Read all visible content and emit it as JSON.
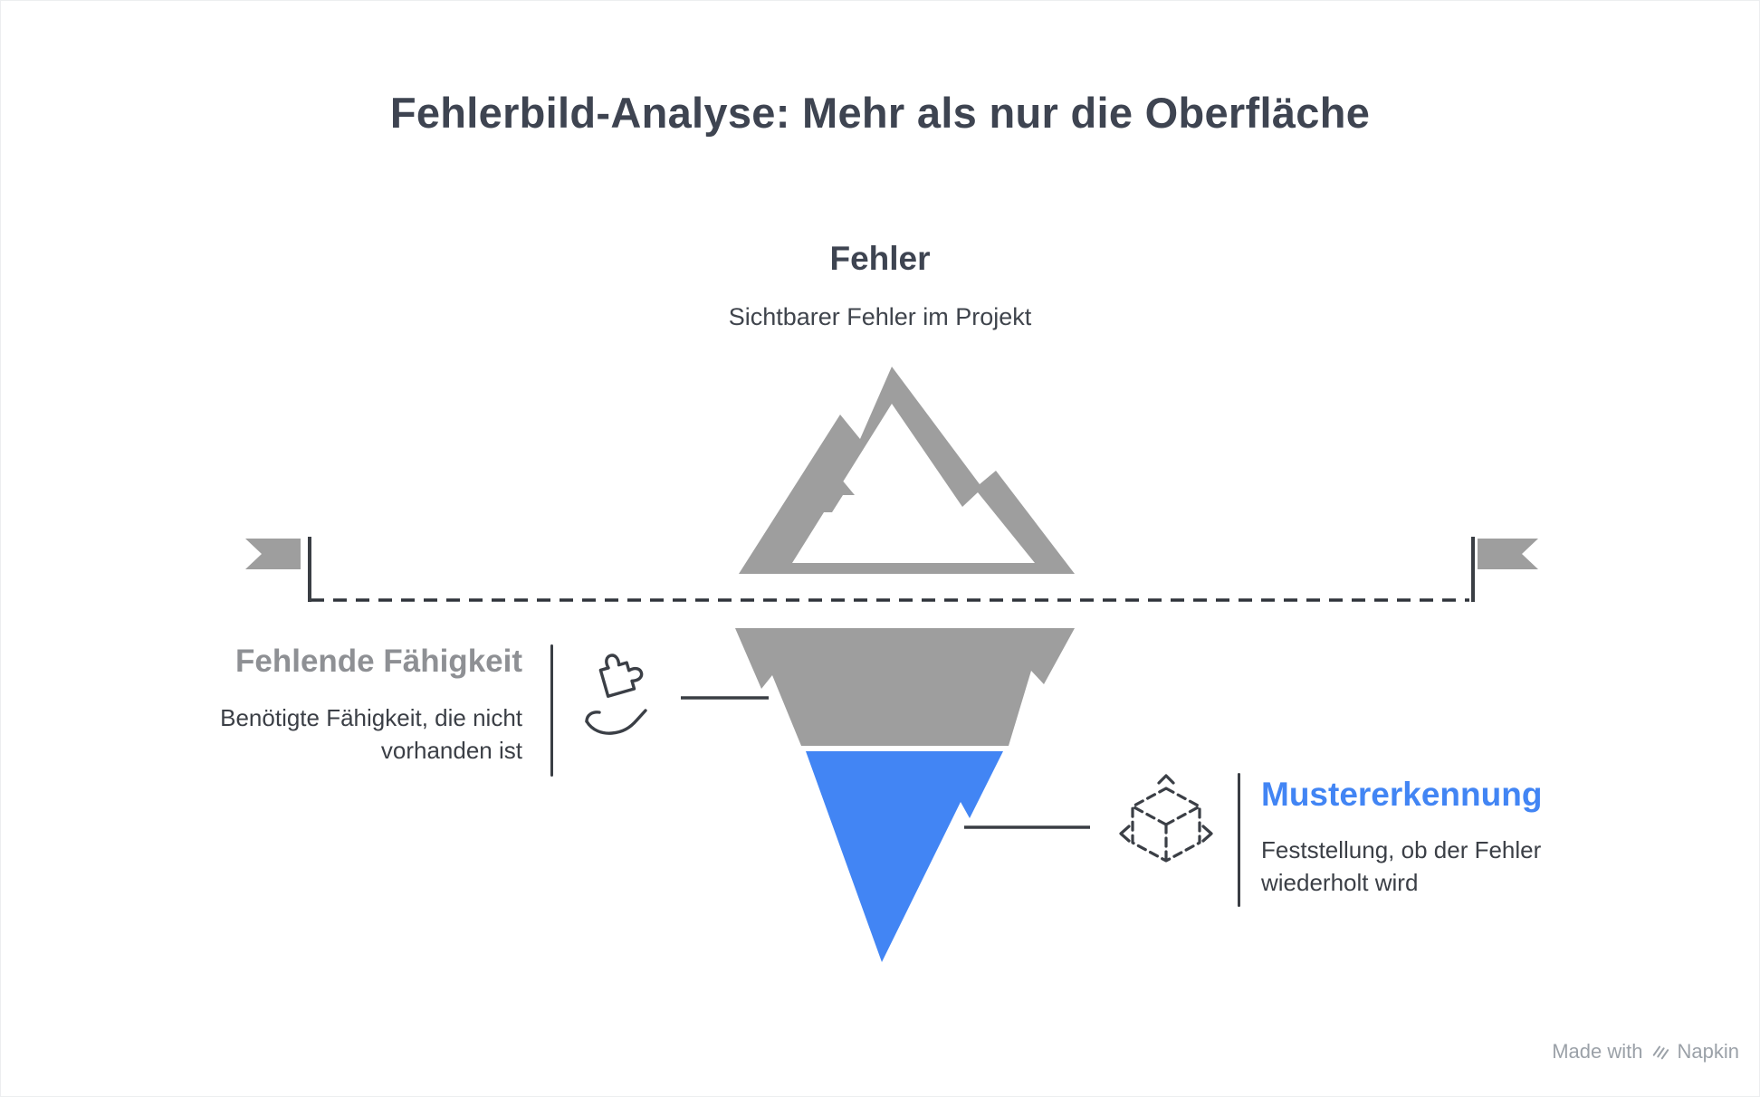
{
  "title": "Fehlerbild-Analyse: Mehr als nur die Oberfläche",
  "nodes": {
    "top": {
      "label": "Fehler",
      "description": "Sichtbarer Fehler im Projekt"
    },
    "left": {
      "label": "Fehlende Fähigkeit",
      "description_lines": [
        "Benötigte Fähigkeit, die nicht",
        "vorhanden ist"
      ],
      "icon": "hand-holding-puzzle-icon"
    },
    "right": {
      "label": "Mustererkennung",
      "description_lines": [
        "Feststellung, ob der Fehler",
        "wiederholt wird"
      ],
      "icon": "pattern-cube-icon"
    }
  },
  "footer": {
    "made_with": "Made with",
    "brand": "Napkin",
    "logo_icon": "napkin-logo-icon"
  },
  "colors": {
    "title_text": "#3e4451",
    "body_text": "#3b3f46",
    "muted_label": "#8e9094",
    "accent_blue": "#4285f4",
    "iceberg_gray": "#9e9e9e",
    "line_dark": "#3a3e44",
    "footer_text": "#9ba1a8",
    "background": "#ffffff"
  }
}
